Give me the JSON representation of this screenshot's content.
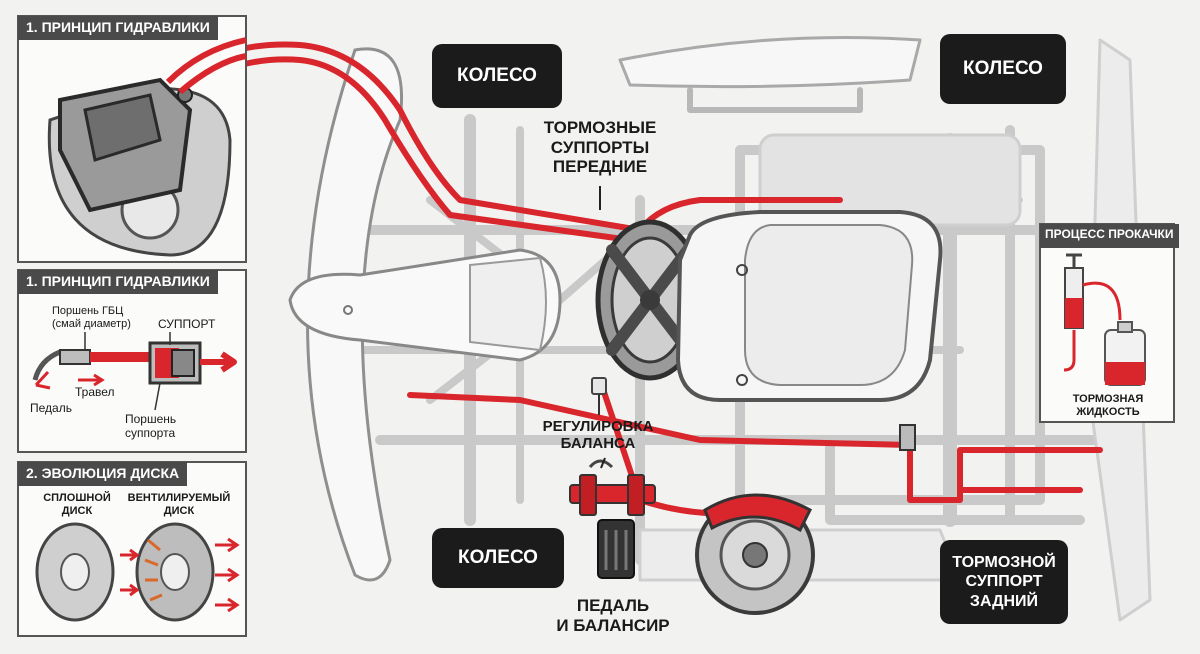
{
  "main_labels": {
    "front_calipers": "ТОРМОЗНЫЕ\nСУППОРТЫ\nПЕРЕДНИЕ",
    "balance_adjust": "РЕГУЛИРОВКА\nБАЛАНСА",
    "pedal_balancer": "ПЕДАЛЬ\nИ БАЛАНСИР"
  },
  "wheels": {
    "front_left": "КОЛЕСО",
    "front_right": "КОЛЕСО",
    "rear_left": "КОЛЕСО",
    "rear_caliper": "ТОРМОЗНОЙ\nСУППОРТ\nЗАДНИЙ"
  },
  "panels": {
    "hydraulic_top": {
      "title": "1. ПРИНЦИП ГИДРАВЛИКИ"
    },
    "hydraulic_schema": {
      "title": "1. ПРИНЦИП ГИДРАВЛИКИ",
      "piston_gbc": "Поршень ГБЦ\n(смай диаметр)",
      "caliper": "СУППОРТ",
      "travel": "Травел",
      "pedal": "Педаль",
      "caliper_piston": "Поршень\nсуппорта"
    },
    "disc_evolution": {
      "title": "2. ЭВОЛЮЦИЯ ДИСКА",
      "solid": "СПЛОШНОЙ\nДИСК",
      "vented": "ВЕНТИЛИРУЕМЫЙ\nДИСК"
    },
    "bleeding": {
      "title": "ПРОЦЕСС ПРОКАЧКИ",
      "fluid": "ТОРМОЗНАЯ\nЖИДКОСТЬ"
    }
  },
  "colors": {
    "brake_line": "#d9262c",
    "frame": "#cfcfcf",
    "label_bg": "#1b1b1b"
  }
}
